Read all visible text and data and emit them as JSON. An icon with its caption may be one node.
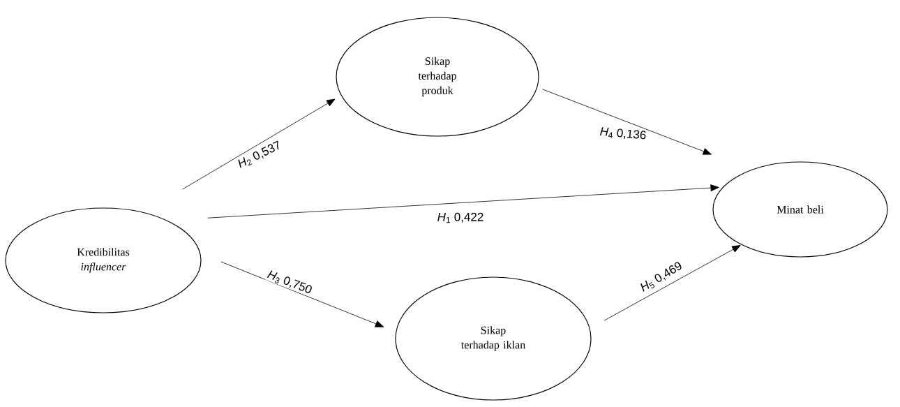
{
  "diagram": {
    "nodes": [
      {
        "text": [
          "Kredibilitas *influencer*"
        ]
      },
      {
        "text": [
          "Sikap terhadap produk"
        ]
      },
      {
        "text": [
          "Minat beli"
        ]
      },
      {
        "text": [
          "Sikap terhadap iklan"
        ]
      }
    ],
    "edges": [
      {
        "from": 0,
        "to": 1,
        "arrow": "to",
        "label": "*H*$_{2}$ 0,537"
      },
      {
        "from": 1,
        "to": 2,
        "arrow": "to",
        "label": "*H*$_{4}$ 0,136"
      },
      {
        "from": 0,
        "to": 2,
        "arrow": "to",
        "label": "*H*$_{1}$ 0,422"
      },
      {
        "from": 0,
        "to": 3,
        "arrow": "to",
        "label": "*H*$_{3}$ 0,750"
      },
      {
        "from": 3,
        "to": 2,
        "arrow": "to",
        "label": "*H*$_{5}$ 0,469"
      }
    ]
  }
}
